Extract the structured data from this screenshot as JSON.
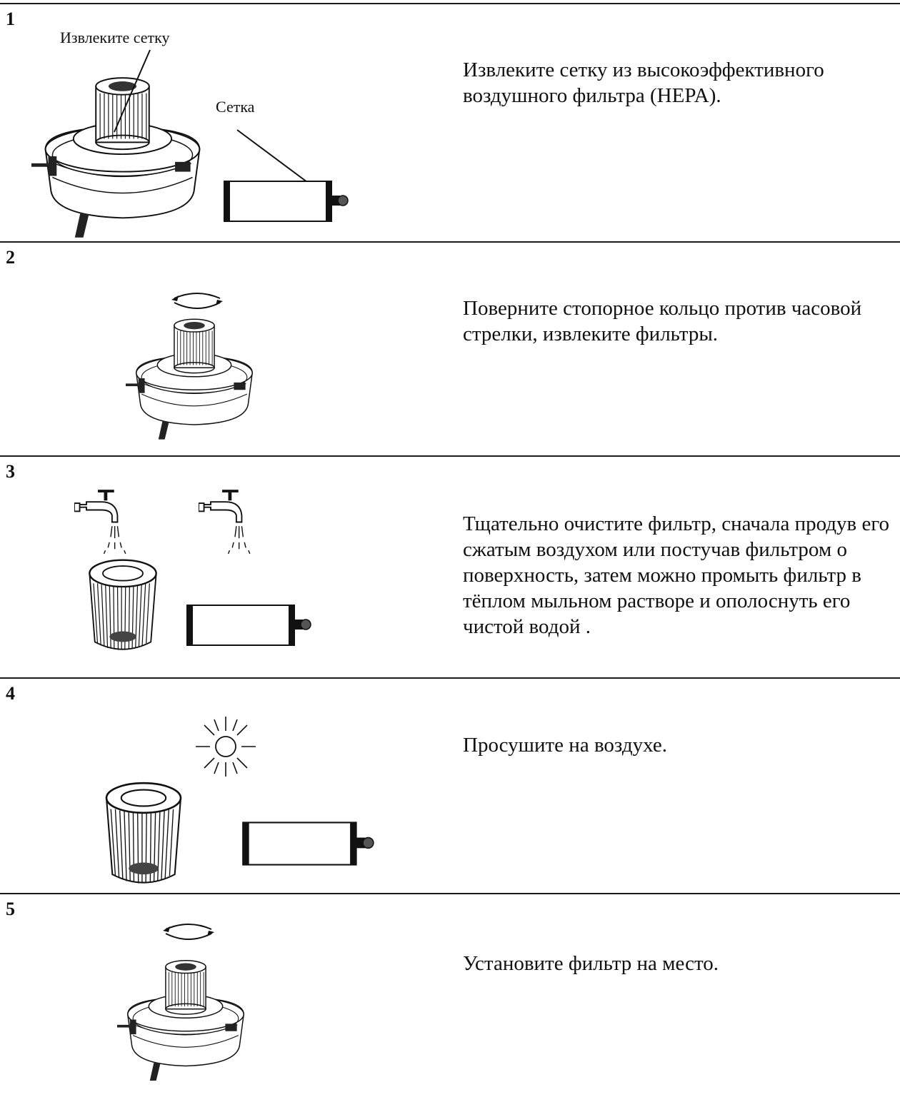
{
  "steps": [
    {
      "number": "1",
      "labels": {
        "remove_mesh": "Извлеките сетку",
        "mesh": "Сетка"
      },
      "text": "Извлеките сетку из высокоэффективного воздушного фильтра (HEPA)."
    },
    {
      "number": "2",
      "text": "Поверните стопорное кольцо против часовой стрелки, извлеките фильтры."
    },
    {
      "number": "3",
      "text": "Тщательно очистите фильтр, сначала продув его сжатым воздухом или постучав фильтром о поверхность, затем можно промыть фильтр в тёплом мыльном растворе и ополоснуть его чистой водой ."
    },
    {
      "number": "4",
      "text": "Просушите на воздухе."
    },
    {
      "number": "5",
      "text": "Установите фильтр на место."
    }
  ],
  "icons": [
    "vacuum-filter-unit-icon",
    "mesh-cartridge-icon",
    "rotate-arrow-icon",
    "water-tap-icon",
    "cylindrical-filter-icon",
    "sun-icon"
  ]
}
